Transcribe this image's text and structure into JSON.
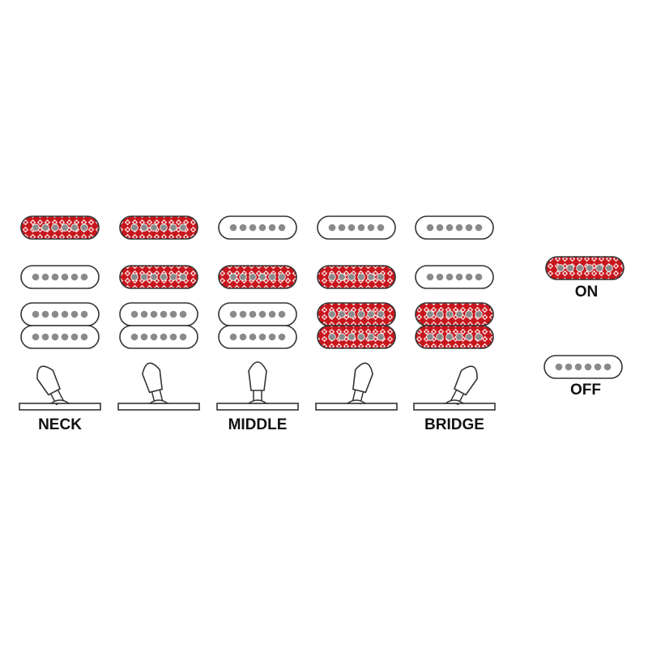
{
  "positions": [
    {
      "label": "NECK",
      "pickups": {
        "neck": true,
        "middle": false,
        "bridge_top": false,
        "bridge_bottom": false
      },
      "lever": "neck"
    },
    {
      "label": "",
      "pickups": {
        "neck": true,
        "middle": true,
        "bridge_top": false,
        "bridge_bottom": false
      },
      "lever": "neck-middle"
    },
    {
      "label": "MIDDLE",
      "pickups": {
        "neck": false,
        "middle": true,
        "bridge_top": false,
        "bridge_bottom": false
      },
      "lever": "middle"
    },
    {
      "label": "",
      "pickups": {
        "neck": false,
        "middle": true,
        "bridge_top": true,
        "bridge_bottom": true
      },
      "lever": "middle-bridge"
    },
    {
      "label": "BRIDGE",
      "pickups": {
        "neck": false,
        "middle": false,
        "bridge_top": true,
        "bridge_bottom": true
      },
      "lever": "bridge"
    }
  ],
  "legend": {
    "on_label": "ON",
    "off_label": "OFF"
  },
  "colors": {
    "on_fill": "#c8161d",
    "on_pattern": "#ffffff",
    "off_fill": "#ffffff",
    "outline": "#333333",
    "pole": "#8a8a8a",
    "label": "#111111"
  }
}
